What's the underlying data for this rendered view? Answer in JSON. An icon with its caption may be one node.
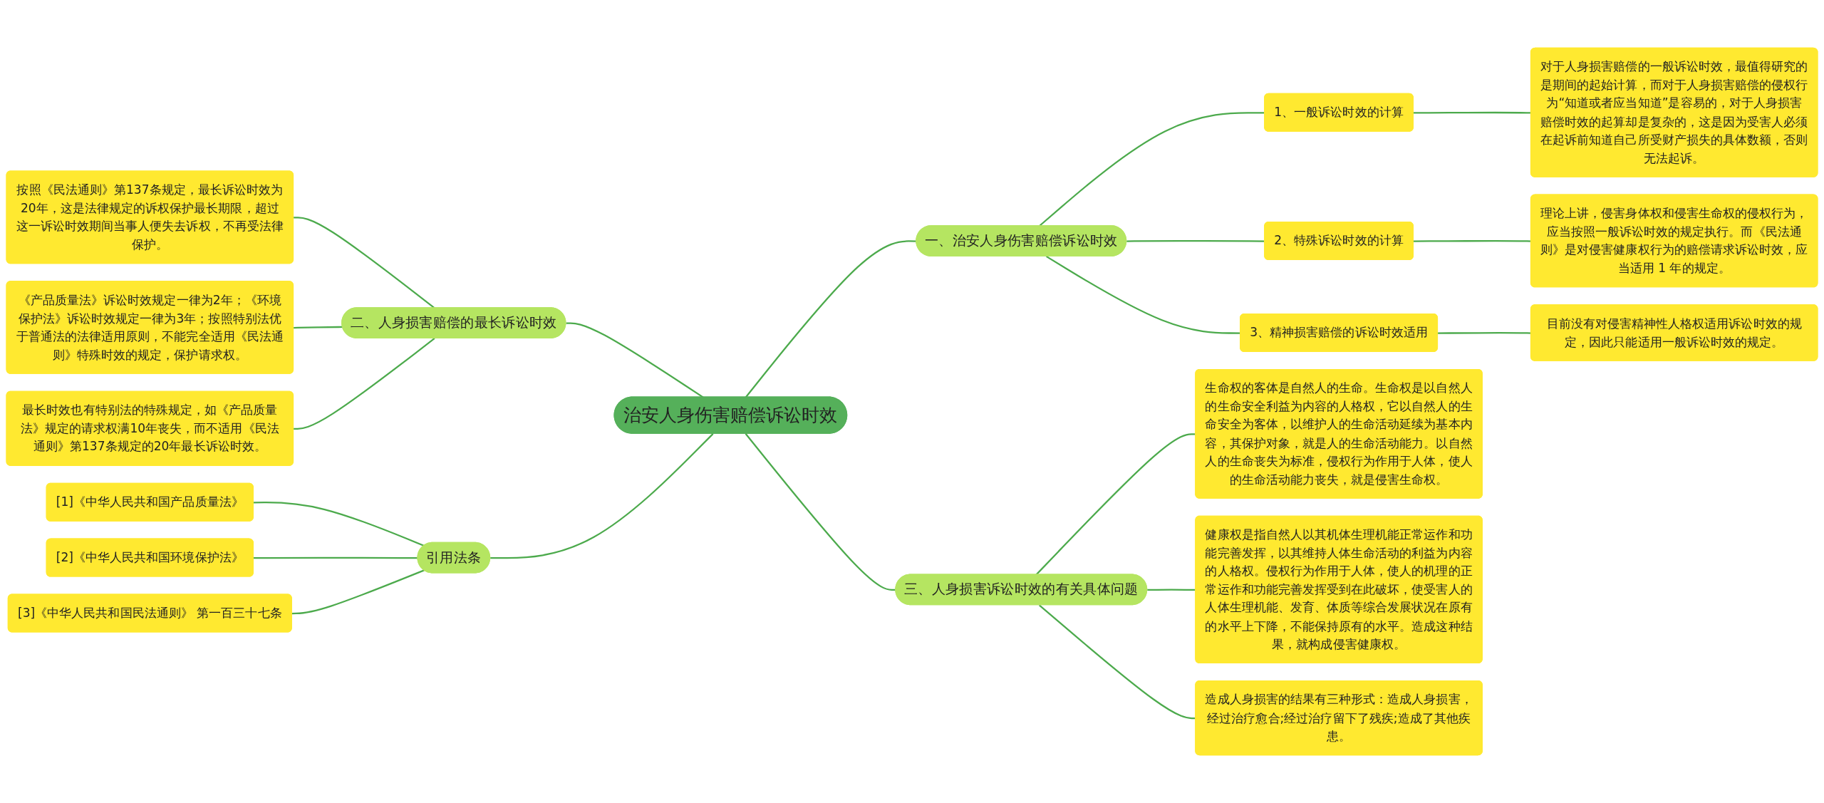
{
  "diagram": {
    "nodes": [
      {
        "text": [
          "治安人身伤害赔偿诉讼时效"
        ]
      },
      {
        "text": [
          "一、治安人身伤害赔偿诉讼时效"
        ]
      },
      {
        "text": [
          "1、一般诉讼时效的计算"
        ]
      },
      {
        "text": [
          "对于人身损害赔偿的一般诉讼时效，最值得研究的是期间的起始计算，而对于人身损害赔偿的侵权行为“知道或者应当知道”是容易的，对于人身损害赔偿时效的起算却是复杂的，这是因为受害人必须在起诉前知道自己所受财产损失的具体数额，否则无法起诉。"
        ]
      },
      {
        "text": [
          "2、特殊诉讼时效的计算"
        ]
      },
      {
        "text": [
          "理论上讲，侵害身体权和侵害生命权的侵权行为，应当按照一般诉讼时效的规定执行。而《民法通则》是对侵害健康权行为的赔偿请求诉讼时效，应当适用 1 年的规定。"
        ]
      },
      {
        "text": [
          "3、精神损害赔偿的诉讼时效适用"
        ]
      },
      {
        "text": [
          "目前没有对侵害精神性人格权适用诉讼时效的规定，因此只能适用一般诉讼时效的规定。"
        ]
      },
      {
        "text": [
          "三、人身损害诉讼时效的有关具体问题"
        ]
      },
      {
        "text": [
          "生命权的客体是自然人的生命。生命权是以自然人的生命安全利益为内容的人格权，它以自然人的生命安全为客体，以维护人的生命活动延续为基本内容，其保护对象，就是人的生命活动能力。以自然人的生命丧失为标准，侵权行为作用于人体，使人的生命活动能力丧失，就是侵害生命权。"
        ]
      },
      {
        "text": [
          "健康权是指自然人以其机体生理机能正常运作和功能完善发挥，以其维持人体生命活动的利益为内容的人格权。侵权行为作用于人体，使人的机理的正常运作和功能完善发挥受到在此破坏，使受害人的人体生理机能、发育、体质等综合发展状况在原有的水平上下降，不能保持原有的水平。造成这种结果，就构成侵害健康权。"
        ]
      },
      {
        "text": [
          "造成人身损害的结果有三种形式：造成人身损害，经过治疗愈合;经过治疗留下了残疾;造成了其他疾患。"
        ]
      },
      {
        "text": [
          "二、人身损害赔偿的最长诉讼时效"
        ]
      },
      {
        "text": [
          "按照《民法通则》第137条规定，最长诉讼时效为20年，这是法律规定的诉权保护最长期限，超过这一诉讼时效期间当事人便失去诉权，不再受法律保护。"
        ]
      },
      {
        "text": [
          "《产品质量法》诉讼时效规定一律为2年；《环境保护法》诉讼时效规定一律为3年；按照特别法优于普通法的法律适用原则，不能完全适用《民法通则》特殊时效的规定，保护请求权。"
        ]
      },
      {
        "text": [
          "最长时效也有特别法的特殊规定，如《产品质量法》规定的请求权满10年丧失，而不适用《民法通则》第137条规定的20年最长诉讼时效。"
        ]
      },
      {
        "text": [
          "引用法条"
        ]
      },
      {
        "text": [
          "[1]《中华人民共和国产品质量法》"
        ]
      },
      {
        "text": [
          "[2]《中华人民共和国环境保护法》"
        ]
      },
      {
        "text": [
          "[3]《中华人民共和国民法通则》 第一百三十七条"
        ]
      }
    ],
    "edges": [
      {
        "from": 0,
        "to": 1,
        "arrow": "none"
      },
      {
        "from": 1,
        "to": 2,
        "arrow": "none"
      },
      {
        "from": 2,
        "to": 3,
        "arrow": "none"
      },
      {
        "from": 1,
        "to": 4,
        "arrow": "none"
      },
      {
        "from": 4,
        "to": 5,
        "arrow": "none"
      },
      {
        "from": 1,
        "to": 6,
        "arrow": "none"
      },
      {
        "from": 6,
        "to": 7,
        "arrow": "none"
      },
      {
        "from": 0,
        "to": 8,
        "arrow": "none"
      },
      {
        "from": 8,
        "to": 9,
        "arrow": "none"
      },
      {
        "from": 8,
        "to": 10,
        "arrow": "none"
      },
      {
        "from": 8,
        "to": 11,
        "arrow": "none"
      },
      {
        "from": 0,
        "to": 12,
        "arrow": "none"
      },
      {
        "from": 12,
        "to": 13,
        "arrow": "none"
      },
      {
        "from": 12,
        "to": 14,
        "arrow": "none"
      },
      {
        "from": 12,
        "to": 15,
        "arrow": "none"
      },
      {
        "from": 0,
        "to": 16,
        "arrow": "none"
      },
      {
        "from": 16,
        "to": 17,
        "arrow": "none"
      },
      {
        "from": 16,
        "to": 18,
        "arrow": "none"
      },
      {
        "from": 16,
        "to": 19,
        "arrow": "none"
      }
    ]
  }
}
